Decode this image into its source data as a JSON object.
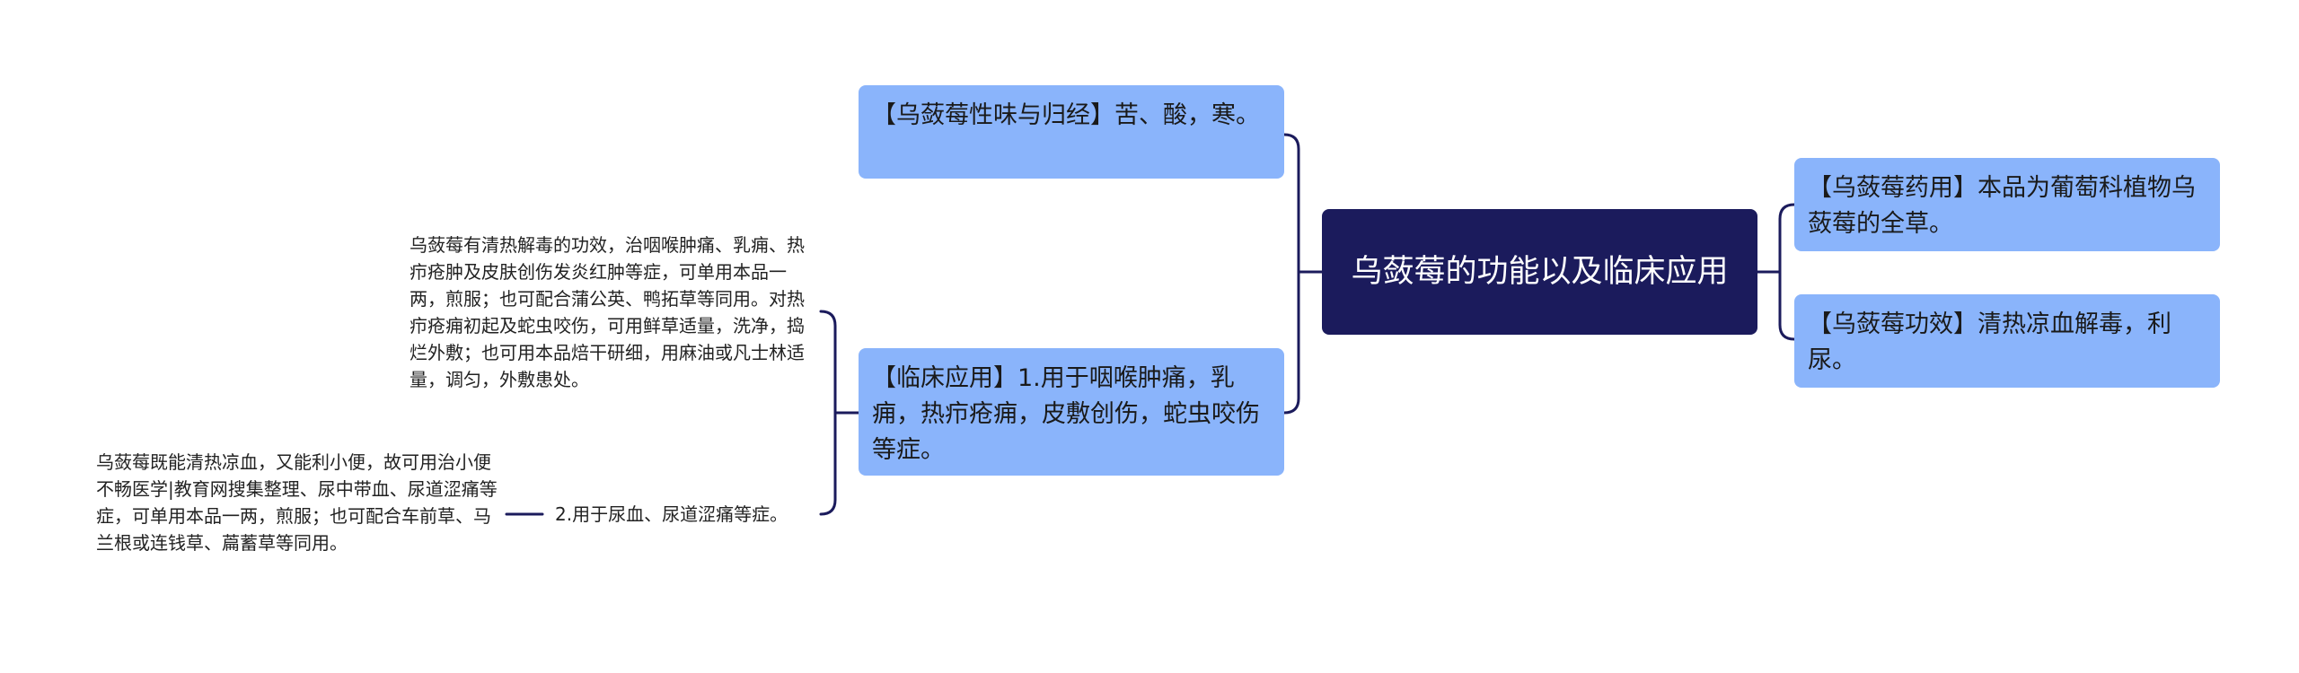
{
  "root": {
    "title": "乌蔹莓的功能以及临床应用",
    "color": "#1b1b5c"
  },
  "left_branches": [
    {
      "text": "【乌蔹莓性味与归经】苦、酸，寒。",
      "color": "#8ab4fb"
    },
    {
      "text": "【临床应用】1.用于咽喉肿痛，乳痈，热疖疮痈，皮敷创伤，蛇虫咬伤等症。",
      "color": "#8ab4fb",
      "children": [
        {
          "text": "乌蔹莓有清热解毒的功效，治咽喉肿痛、乳痈、热疖疮肿及皮肤创伤发炎红肿等症，可单用本品一两，煎服；也可配合蒲公英、鸭拓草等同用。对热疖疮痈初起及蛇虫咬伤，可用鲜草适量，洗净，捣烂外敷；也可用本品焙干研细，用麻油或凡士林适量，调匀，外敷患处。"
        },
        {
          "text": "2.用于尿血、尿道涩痛等症。",
          "children": [
            {
              "text": "乌蔹莓既能清热凉血，又能利小便，故可用治小便不畅医学|教育网搜集整理、尿中带血、尿道涩痛等症，可单用本品一两，煎服；也可配合车前草、马兰根或连钱草、萹蓄草等同用。"
            }
          ]
        }
      ]
    }
  ],
  "right_branches": [
    {
      "text": "【乌蔹莓药用】本品为葡萄科植物乌蔹莓的全草。",
      "color": "#8ab4fb"
    },
    {
      "text": "【乌蔹莓功效】清热凉血解毒，利尿。",
      "color": "#8ab4fb"
    }
  ],
  "link_color": "#1b1b5c"
}
